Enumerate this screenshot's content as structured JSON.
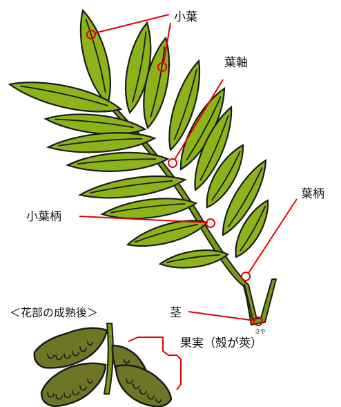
{
  "diagram": {
    "colors": {
      "leaf": "#8cb31a",
      "stem": "#7a9a15",
      "pod": "#6e7626",
      "outline": "#1a1a1a",
      "annotation": "#e60000"
    },
    "labels": {
      "leaflet": "小葉",
      "rachis": "葉軸",
      "petiolule": "小葉柄",
      "petiole": "葉柄",
      "stem": "茎",
      "after_flowering": "＜花部の成熟後＞",
      "fruit": "果実（殻が莢）",
      "fruit_ruby": "さや"
    }
  }
}
